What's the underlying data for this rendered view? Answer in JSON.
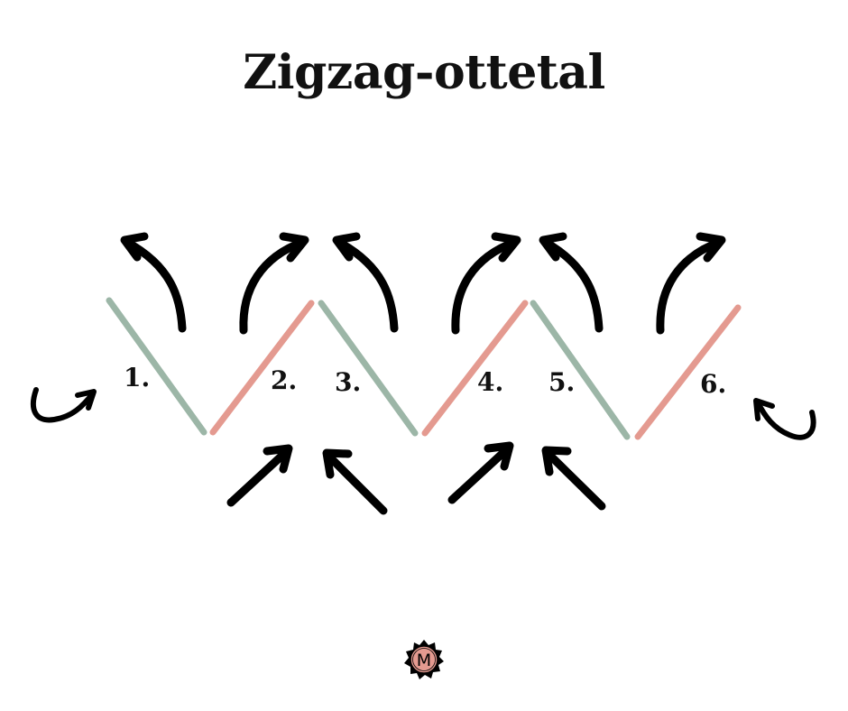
{
  "title": "Zigzag-ottetal",
  "steps": [
    "1.",
    "2.",
    "3.",
    "4.",
    "5.",
    "6."
  ],
  "logo": {
    "letter": "M"
  },
  "colors": {
    "green": "#9cb6a7",
    "pink": "#e49a90",
    "ink": "#000000",
    "logo_fill": "#e49a90"
  }
}
